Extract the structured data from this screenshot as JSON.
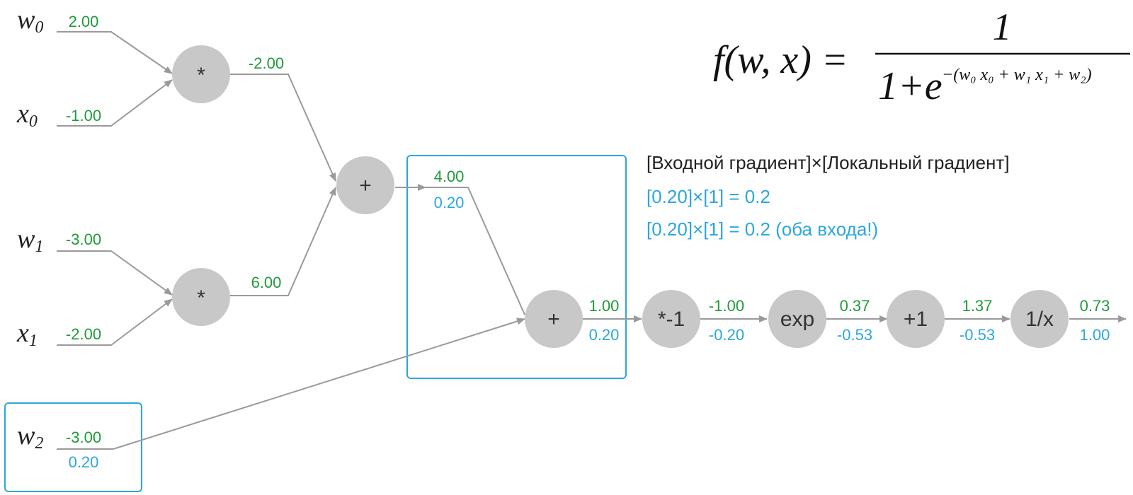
{
  "inputs": [
    {
      "base": "w",
      "sub": "0",
      "value": "2.00"
    },
    {
      "base": "x",
      "sub": "0",
      "value": "-1.00"
    },
    {
      "base": "w",
      "sub": "1",
      "value": "-3.00"
    },
    {
      "base": "x",
      "sub": "1",
      "value": "-2.00"
    },
    {
      "base": "w",
      "sub": "2",
      "value": "-3.00",
      "grad": "0.20"
    }
  ],
  "nodes": {
    "mul0": {
      "op": "*",
      "value": "-2.00"
    },
    "mul1": {
      "op": "*",
      "value": "6.00"
    },
    "add0": {
      "op": "+",
      "value": "4.00",
      "grad": "0.20"
    },
    "add1": {
      "op": "+",
      "value": "1.00",
      "grad": "0.20"
    },
    "neg": {
      "op": "*-1",
      "value": "-1.00",
      "grad": "-0.20"
    },
    "exp": {
      "op": "exp",
      "value": "0.37",
      "grad": "-0.53"
    },
    "plus1": {
      "op": "+1",
      "value": "1.37",
      "grad": "-0.53"
    },
    "recip": {
      "op": "1/x",
      "value": "0.73",
      "grad": "1.00"
    }
  },
  "formula": {
    "lhs": "f(w, x) =",
    "numerator": "1",
    "den_prefix": "1+e",
    "exponent": "−(w₀ x₀ + w₁ x₁ + w₂)"
  },
  "annotation": {
    "header": "[Входной градиент]×[Локальный градиент]",
    "line1": "[0.20]×[1] = 0.2",
    "line2": "[0.20]×[1] = 0.2 (оба входа!)"
  },
  "colors": {
    "forward": "#1f9a3a",
    "gradient": "#2ba7dc",
    "node": "#c8c8c8",
    "edge": "#9a9a9a"
  }
}
